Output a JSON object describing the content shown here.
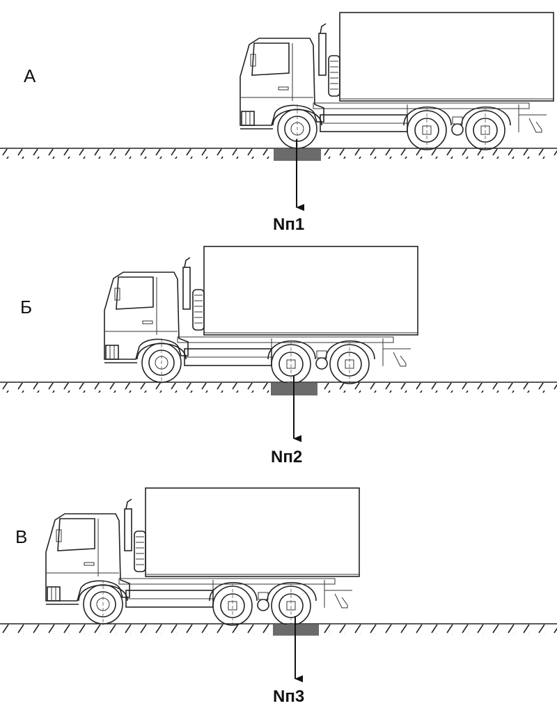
{
  "title": "Axle load measurement positions of a three-axle truck on a platform scale",
  "scenes": [
    {
      "position_label": "А",
      "force_label": "Nп1",
      "weighed_axle": "front"
    },
    {
      "position_label": "Б",
      "force_label": "Nп2",
      "weighed_axle": "middle"
    },
    {
      "position_label": "В",
      "force_label": "Nп3",
      "weighed_axle": "rear"
    }
  ],
  "colors": {
    "line": "#222222",
    "scale_pad": "#6b6b6b",
    "background": "#ffffff"
  }
}
